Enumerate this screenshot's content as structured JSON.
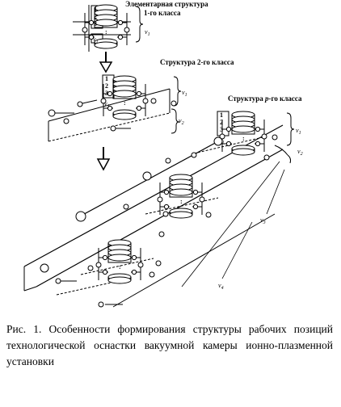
{
  "labels": {
    "elem_title_1": "Элементарная структура",
    "elem_title_2": "1-го класса",
    "struct2": "Структура 2-го класса",
    "structp_pre": "Структура ",
    "structp_p": "p",
    "structp_post": "-го класса"
  },
  "stack_rows": {
    "r1": "1",
    "r2": "2",
    "r3": "3",
    "rv": "v",
    "rv_sub": "1"
  },
  "braces": {
    "b1": "v",
    "b1_sub": "1",
    "b2": "v",
    "b2_sub": "1",
    "b3": "v",
    "b3_sub": "2",
    "b4": "v",
    "b4_sub": "1",
    "b5": "v",
    "b5_sub": "2",
    "b6": "v",
    "b6_sub": "3",
    "b7": "v",
    "b7_sub": "4"
  },
  "caption": "Рис. 1. Особенности формирования структуры рабочих позиций технологической оснастки вакуумной камеры ионно-плазменной установки"
}
